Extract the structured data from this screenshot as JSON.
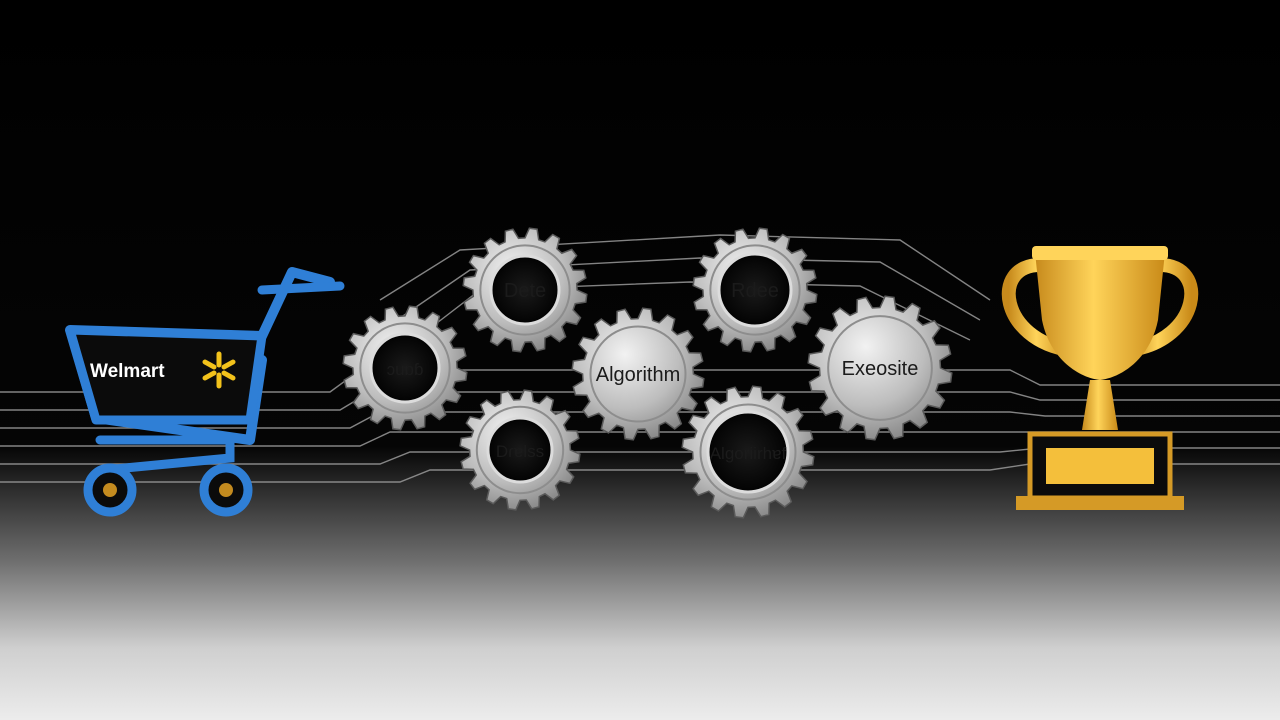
{
  "cart": {
    "brand_text": "Welmart",
    "icon": "spark-icon",
    "frame_color": "#2f7fd6",
    "spark_color": "#f2c21b"
  },
  "gears": [
    {
      "id": "top-left",
      "label": "Dete"
    },
    {
      "id": "top-right",
      "label": "Rdee"
    },
    {
      "id": "left",
      "label": "ɔuɒɓ"
    },
    {
      "id": "center",
      "label": "Algorithm"
    },
    {
      "id": "right",
      "label": "Exeosite"
    },
    {
      "id": "bottom-left",
      "label": "Dɾɐlss"
    },
    {
      "id": "bottom-right",
      "label": "Algoriirhɐf"
    }
  ],
  "trophy": {
    "icon": "trophy-icon",
    "color": "#f0b83a"
  },
  "circuit_icon": "circuit-lines-icon",
  "colors": {
    "background": "#000000",
    "floor": "#e8e8e8",
    "gear_metal": "#c8c8c8",
    "gear_hole": "#0b0b0b"
  }
}
